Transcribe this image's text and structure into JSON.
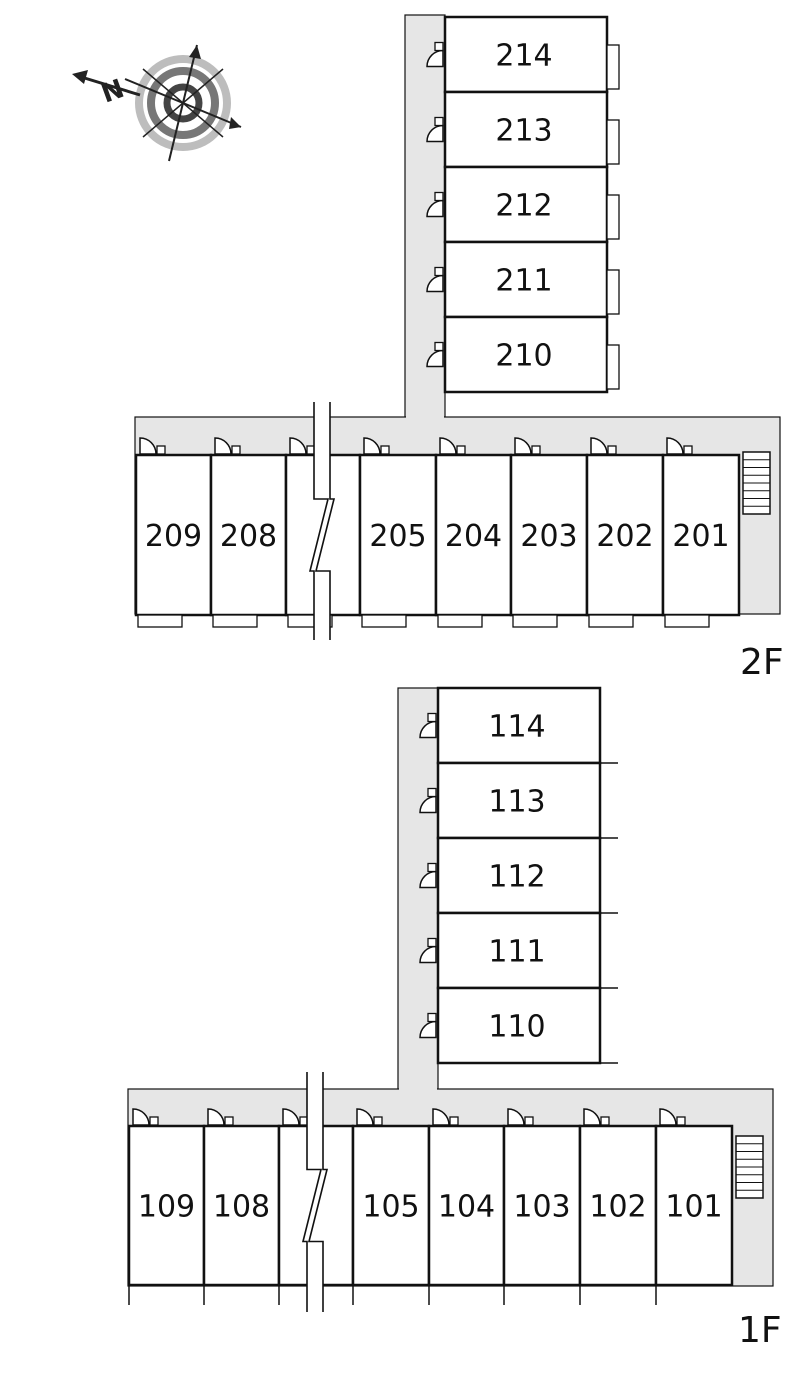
{
  "compass": {
    "north_letter": "N"
  },
  "floors": [
    {
      "label": "2F",
      "tower_units": [
        "214",
        "213",
        "212",
        "211",
        "210"
      ],
      "row_units": [
        "209",
        "208",
        "",
        "205",
        "204",
        "203",
        "202",
        "201"
      ]
    },
    {
      "label": "1F",
      "tower_units": [
        "114",
        "113",
        "112",
        "111",
        "110"
      ],
      "row_units": [
        "109",
        "108",
        "",
        "105",
        "104",
        "103",
        "102",
        "101"
      ]
    }
  ],
  "colors": {
    "corridor": "#e6e6e6",
    "line": "#111111",
    "background": "#ffffff"
  }
}
